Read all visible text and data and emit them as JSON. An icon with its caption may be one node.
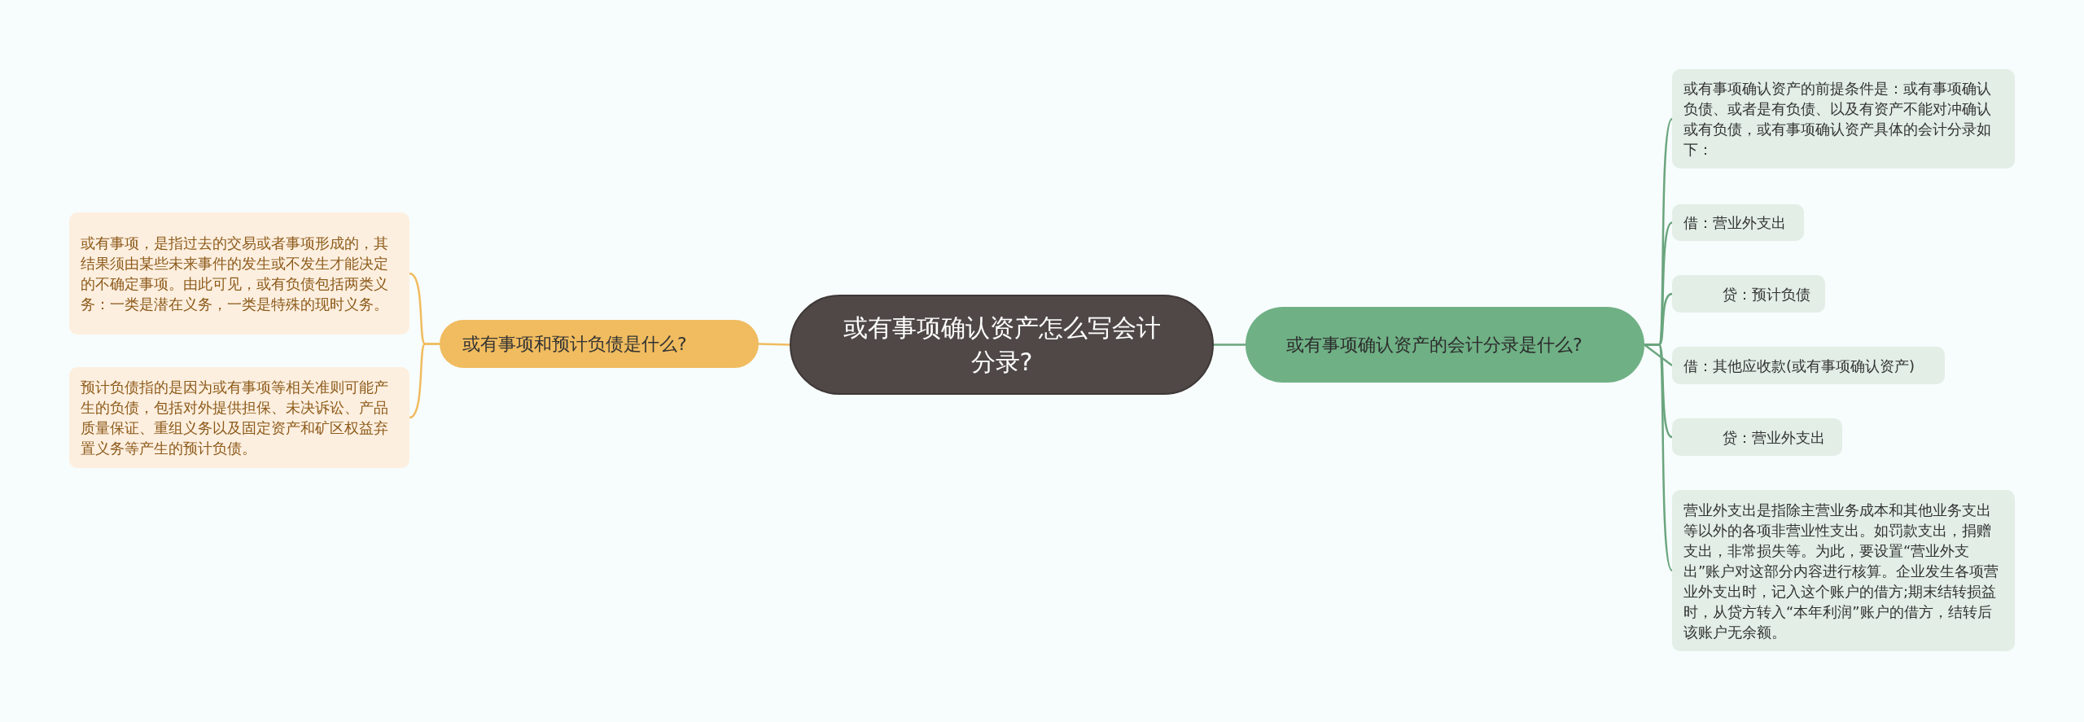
{
  "diagram": {
    "nodes": [
      {
        "text": [
          "或有事项确认资产怎么写会计分录?"
        ]
      },
      {
        "text": [
          "或有事项和预计负债是什么?"
        ]
      },
      {
        "text": [
          "或有事项，是指过去的交易或者事项形成的，其结果须由某些未来事件的发生或不发生才能决定的不确定事项。由此可见，或有负债包括两类义务：一类是潜在义务，一类是特殊的现时义务。"
        ]
      },
      {
        "text": [
          "预计负债指的是因为或有事项等相关准则可能产生的负债，包括对外提供担保、未决诉讼、产品质量保证、重组义务以及固定资产和矿区权益弃置义务等产生的预计负债。"
        ]
      },
      {
        "text": [
          "或有事项确认资产的会计分录是什么?"
        ]
      },
      {
        "text": [
          "或有事项确认资产的前提条件是：或有事项确认负债、或者是有负债、以及有资产不能对冲确认或有负债，或有事项确认资产具体的会计分录如下："
        ]
      },
      {
        "text": [
          "借：营业外支出"
        ]
      },
      {
        "text": [
          "贷：预计负债"
        ]
      },
      {
        "text": [
          "借：其他应收款(或有事项确认资产)"
        ]
      },
      {
        "text": [
          "贷：营业外支出"
        ]
      },
      {
        "text": [
          "营业外支出是指除主营业务成本和其他业务支出等以外的各项非营业性支出。如罚款支出，捐赠支出，非常损失等。为此，要设置“营业外支出”账户对这部分内容进行核算。企业发生各项营业外支出时，记入这个账户的借方;期末结转损益时，从贷方转入“本年利润”账户的借方，结转后该账户无余额。"
        ]
      }
    ],
    "edges": [
      {
        "from": 0,
        "to": 1,
        "arrow": "none",
        "color": "#f0bc5f"
      },
      {
        "from": 1,
        "to": 2,
        "arrow": "none",
        "color": "#f0bc5f"
      },
      {
        "from": 1,
        "to": 3,
        "arrow": "none",
        "color": "#f0bc5f"
      },
      {
        "from": 0,
        "to": 4,
        "arrow": "none"
      },
      {
        "from": 4,
        "to": 5,
        "arrow": "none"
      },
      {
        "from": 4,
        "to": 6,
        "arrow": "none"
      },
      {
        "from": 4,
        "to": 7,
        "arrow": "none"
      },
      {
        "from": 4,
        "to": 8,
        "arrow": "none"
      },
      {
        "from": 4,
        "to": 9,
        "arrow": "none"
      },
      {
        "from": 4,
        "to": 10,
        "arrow": "none"
      }
    ]
  }
}
